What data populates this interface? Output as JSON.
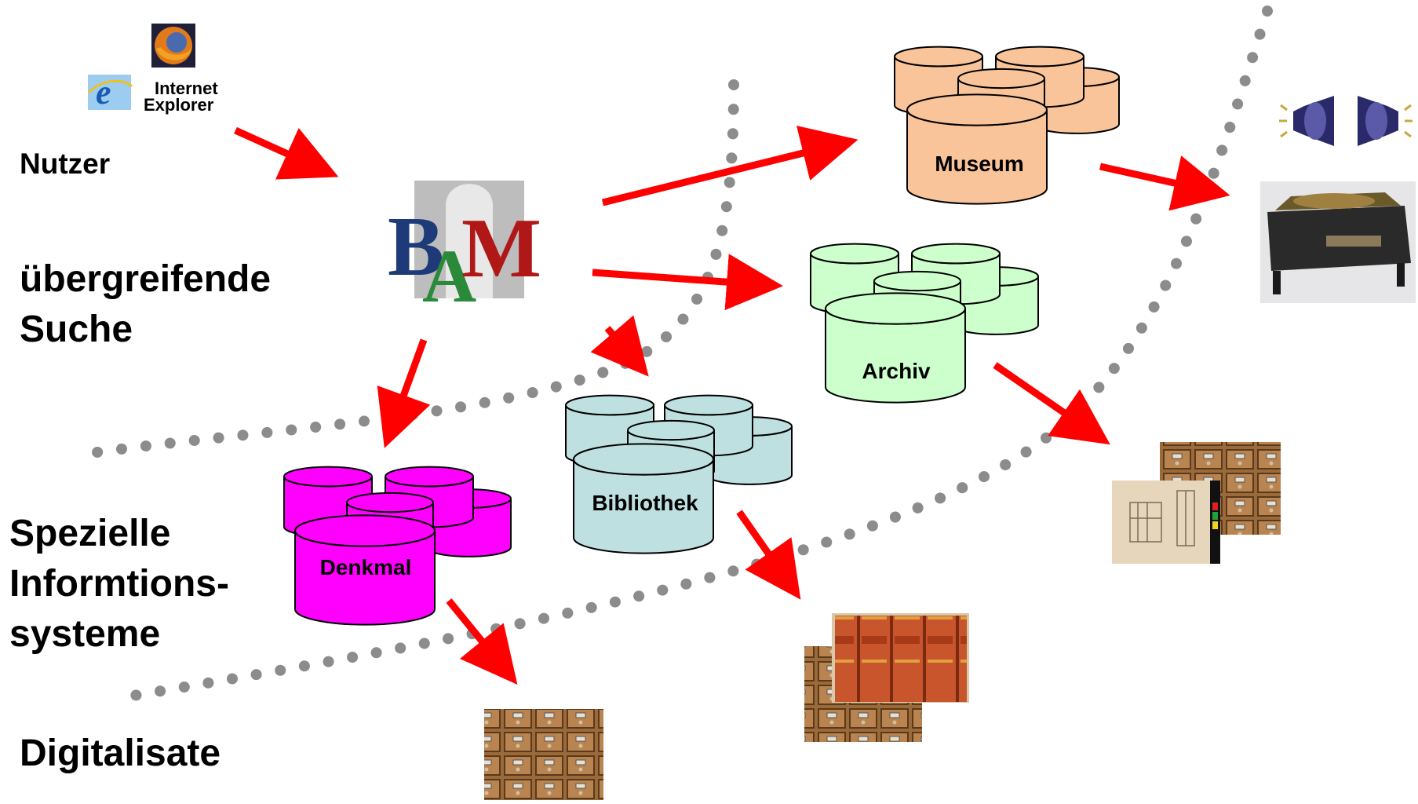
{
  "labels": {
    "nutzer": "Nutzer",
    "search_line1": "übergreifende",
    "search_line2": "Suche",
    "special_line1": "Spezielle",
    "special_line2": "Informtions-",
    "special_line3": "systeme",
    "digitalisate": "Digitalisate"
  },
  "browser_logo": {
    "line1": "Internet",
    "line2": "Explorer"
  },
  "bam_logo": {
    "b": "B",
    "a": "A",
    "m": "M"
  },
  "databases": {
    "museum": {
      "label": "Museum",
      "color": "#f9c49a"
    },
    "archiv": {
      "label": "Archiv",
      "color": "#ccffcc"
    },
    "bibliothek": {
      "label": "Bibliothek",
      "color": "#bfe0e0"
    },
    "denkmal": {
      "label": "Denkmal",
      "color": "#ff00ff"
    }
  },
  "colors": {
    "arrow": "#ff0000",
    "dots": "#8c8c8c"
  },
  "icons": [
    "firefox-icon",
    "internet-explorer-icon",
    "speaker-icon",
    "phonograph-image",
    "card-catalog-image",
    "old-books-image",
    "technical-drawing-image"
  ]
}
